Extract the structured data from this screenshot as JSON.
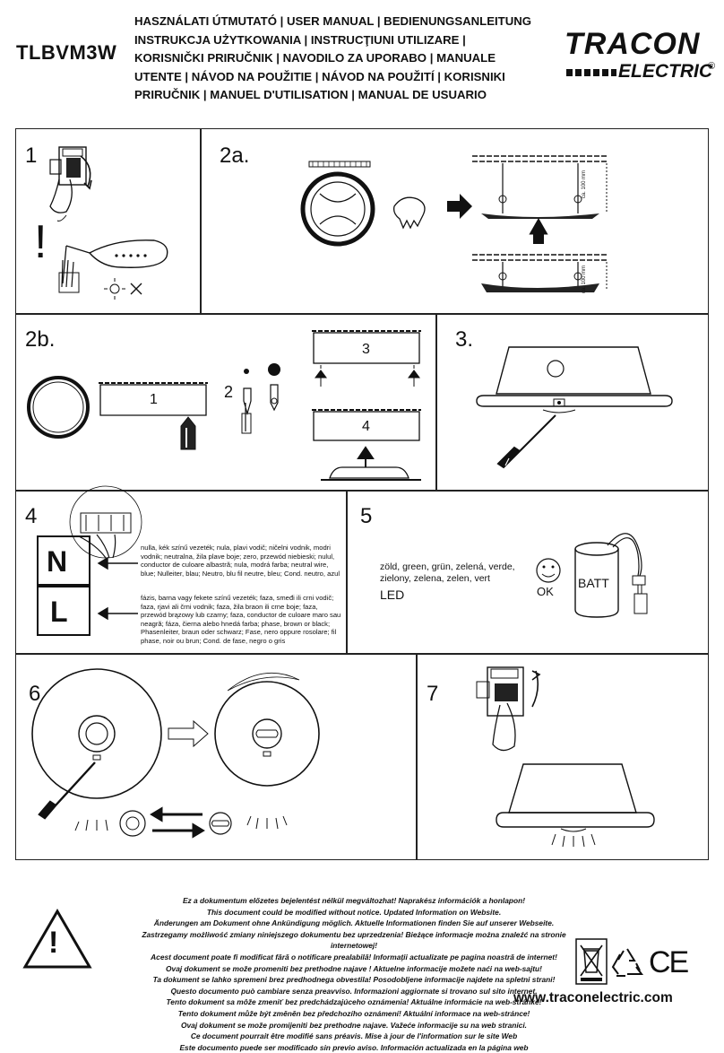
{
  "header": {
    "model": "TLBVM3W",
    "title_lines": [
      "HASZNÁLATI ÚTMUTATÓ | USER MANUAL | BEDIENUNGSANLEITUNG",
      "INSTRUKCJA UŻYTKOWANIA | INSTRUCŢIUNI UTILIZARE |",
      "KORISNIČKI PRIRUČNIK | NAVODILO ZA UPORABO | MANUALE",
      "UTENTE | NÁVOD NA POUŽITIE | NÁVOD NA POUŽITÍ | KORISNIKI",
      "PRIRUČNIK | MANUEL D'UTILISATION | MANUAL DE USUARIO"
    ],
    "logo": {
      "top": "TRACON",
      "bottom": "ELECTRIC",
      "reg": "®"
    }
  },
  "steps": {
    "s1": "1",
    "s2a": "2a.",
    "s2b": "2b.",
    "s3": "3.",
    "s4": "4",
    "s5": "5",
    "s6": "6",
    "s7": "7",
    "warn_mark": "!",
    "mm_label_1": "ca. 100 mm",
    "mm_label_2": "ca. 100 mm",
    "part_1": "1",
    "part_2": "2",
    "part_3": "3",
    "part_4": "4"
  },
  "step4": {
    "n_letter": "N",
    "l_letter": "L",
    "neutral_text": "nulla, kék színű vezeték; nula, plavi vodič; ničelni vodnik, modri vodnik; neutralna, žila plave boje; zero, przewód niebieski; nulul, conductor de culoare albastră; nula, modrá farba; neutral wire, blue; Nulleiter, blau; Neutro, blu fil neutre, bleu; Cond. neutro, azul",
    "phase_text": "fázis, barna vagy fekete színű vezeték; faza, smeđi ili crni vodič; faza, rjavi ali črni vodnik; faza, žila braon ili crne boje; faza, przewód brązowy lub czarny; faza, conductor de culoare maro sau neagră; fáza, čierna alebo hnedá farba; phase, brown or black; Phasenleiter, braun oder schwarz; Fase, nero oppure rosolare; fil phase, noir ou brun; Cond. de fase, negro o gris"
  },
  "step5": {
    "color_text_1": "zöld, green, grün, zelená, verde,",
    "color_text_2": "zielony, zelena, zelen, vert",
    "led": "LED",
    "ok": "OK",
    "batt": "BATT"
  },
  "footer": {
    "notice_lines": [
      "Ez a dokumentum előzetes bejelentést nélkül megváltozhat! Naprakész információk a honlapon!",
      "This document could be modified without notice. Updated Information on Website.",
      "Änderungen am Dokument ohne Ankündigung möglich. Aktuelle Informationen finden Sie auf unserer Webseite.",
      "Zastrzegamy możliwość zmiany niniejszego dokumentu bez uprzedzenia! Bieżące informacje można znaleźć na stronie internetowej!",
      "Acest document poate fi modificat fără o notificare prealabilă! Informaţii actualizate pe pagina noastră de internet!",
      "Ovaj dokument se može promeniti bez prethodne najave ! Aktuelne informacije možete naći na web-sajtu!",
      "Ta dokument se lahko spremeni brez predhodnega obvestila! Posodobljene informacije najdete na spletni strani!",
      "Questo documento può cambiare senza preavviso. Informazioni aggiornate si trovano sul sito internet.",
      "Tento dokument sa môže zmeniť bez predchádzajúceho oznámenia! Aktuálne informácie na web-stránke!",
      "Tento dokument může být změněn bez předchozího oznámení! Aktuální informace na web-stránce!",
      "Ovaj dokument se može promijeniti bez prethodne najave. Važeće informacije su na web stranici.",
      "Ce document pourrait être modifié sans préavis. Mise à jour de l'information sur le site Web",
      "Este documento puede ser modificado sin previo aviso. Información actualizada en la página web"
    ],
    "warn_mark": "!",
    "ce": "CE",
    "url": "www.traconelectric.com"
  }
}
